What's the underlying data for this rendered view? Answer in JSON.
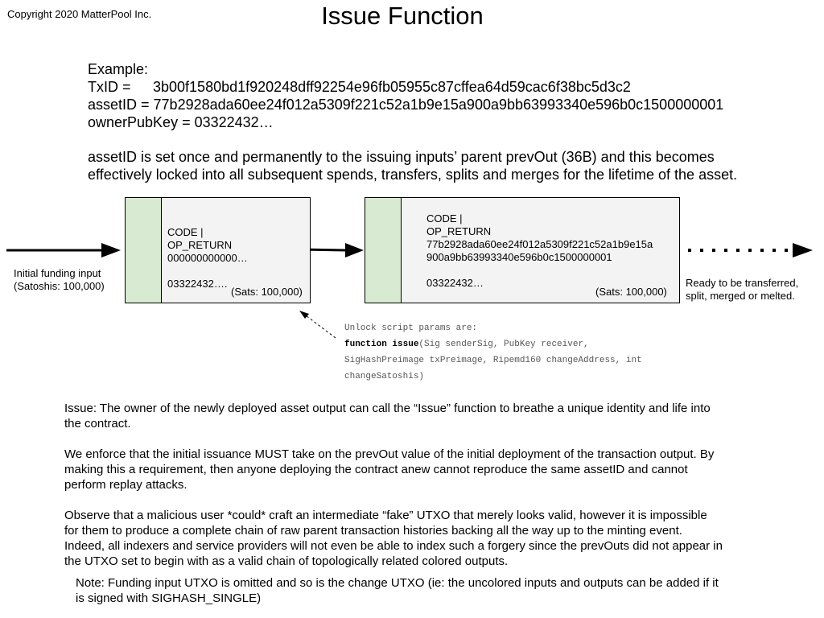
{
  "copyright": "Copyright 2020 MatterPool Inc.",
  "title": "Issue Function",
  "example": {
    "heading": "Example:",
    "txid_label": "TxID =",
    "txid_value": "3b00f1580bd1f920248dff92254e96fb05955c87cffea64d59cac6f38bc5d3c2",
    "assetid_line": "assetID = 77b2928ada60ee24f012a5309f221c52a1b9e15a900a9bb63993340e596b0c1500000001",
    "ownerpubkey_line": "ownerPubKey = 03322432…",
    "note_line1": "assetID is set once and permanently to the issuing inputs’ parent prevOut (36B) and this becomes",
    "note_line2": "effectively locked into all subsequent spends, transfers, splits and merges for the lifetime of the asset."
  },
  "diagram": {
    "input_label": "Initial funding input\n(Satoshis: 100,000)",
    "box1_text": "CODE |\nOP_RETURN\n000000000000…\n\n03322432….",
    "box1_sats": "(Sats: 100,000)",
    "box2_text": "CODE |\nOP_RETURN\n77b2928ada60ee24f012a5309f221c52a1b9e15a\n900a9bb63993340e596b0c1500000001\n\n03322432…",
    "box2_sats": "(Sats: 100,000)",
    "ready_label": "Ready to be transferred,\nsplit, merged or melted.",
    "unlock_intro": "Unlock script params are:",
    "unlock_kw": "function issue",
    "unlock_rest": "(Sig senderSig, PubKey receiver,",
    "unlock_line3": "SigHashPreimage txPreimage, Ripemd160 changeAddress, int",
    "unlock_line4": "changeSatoshis)"
  },
  "paragraphs": {
    "issue": "Issue:  The owner of the newly deployed asset output can call the “Issue” function to breathe a unique identity and life into the contract.",
    "enforce": "We enforce that the initial issuance MUST take on the prevOut value of the initial deployment of the transaction output.  By making this a requirement, then anyone deploying the contract anew cannot reproduce the same assetID and cannot perform replay attacks.",
    "observe": "Observe that a malicious user *could* craft an intermediate “fake” UTXO that merely looks valid, however it is impossible for them to produce a complete chain of raw parent transaction histories backing all the way up to the minting event. Indeed, all indexers and service providers will not even be able to index such a forgery since the prevOuts did not appear in the UTXO set to begin with as a valid chain of topologically related colored outputs.",
    "note": "Note: Funding input UTXO is omitted and so is the change UTXO (ie: the uncolored inputs and outputs can be added if it is signed with SIGHASH_SINGLE)"
  },
  "colors": {
    "box_fill": "#f3f3f3",
    "green_band": "#d9ead3",
    "mono_text": "#555555"
  }
}
